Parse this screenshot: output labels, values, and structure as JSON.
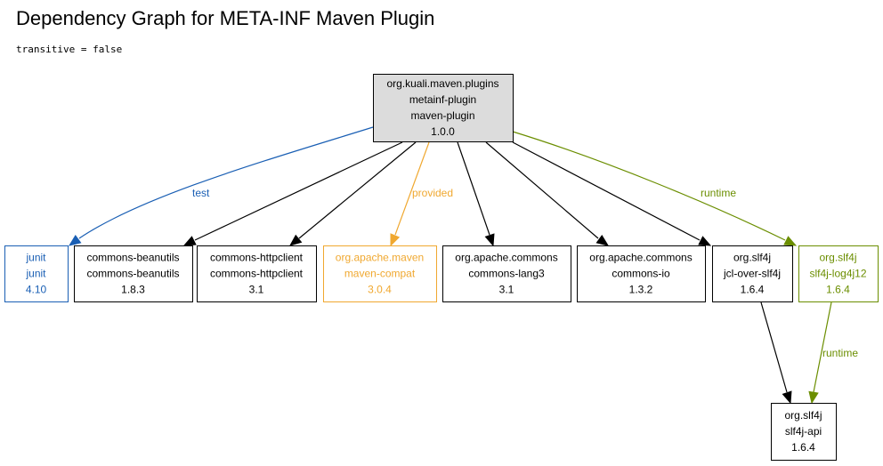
{
  "title": "Dependency Graph for META-INF Maven Plugin",
  "subtitle": "transitive = false",
  "colors": {
    "compile": "#000000",
    "test": "#1a5fb4",
    "provided": "#f0a830",
    "runtime": "#6b8e00",
    "root_fill": "#dcdcdc"
  },
  "nodes": [
    {
      "id": "root",
      "lines": [
        "org.kuali.maven.plugins",
        "metainf-plugin",
        "maven-plugin",
        "1.0.0"
      ],
      "scope": "compile",
      "root": true
    },
    {
      "id": "junit",
      "lines": [
        "junit",
        "junit",
        "4.10"
      ],
      "scope": "test"
    },
    {
      "id": "beanutils",
      "lines": [
        "commons-beanutils",
        "commons-beanutils",
        "1.8.3"
      ],
      "scope": "compile"
    },
    {
      "id": "httpclient",
      "lines": [
        "commons-httpclient",
        "commons-httpclient",
        "3.1"
      ],
      "scope": "compile"
    },
    {
      "id": "maven-compat",
      "lines": [
        "org.apache.maven",
        "maven-compat",
        "3.0.4"
      ],
      "scope": "provided"
    },
    {
      "id": "lang3",
      "lines": [
        "org.apache.commons",
        "commons-lang3",
        "3.1"
      ],
      "scope": "compile"
    },
    {
      "id": "commons-io",
      "lines": [
        "org.apache.commons",
        "commons-io",
        "1.3.2"
      ],
      "scope": "compile"
    },
    {
      "id": "jcl",
      "lines": [
        "org.slf4j",
        "jcl-over-slf4j",
        "1.6.4"
      ],
      "scope": "compile"
    },
    {
      "id": "log4j12",
      "lines": [
        "org.slf4j",
        "slf4j-log4j12",
        "1.6.4"
      ],
      "scope": "runtime"
    },
    {
      "id": "slf4j-api",
      "lines": [
        "org.slf4j",
        "slf4j-api",
        "1.6.4"
      ],
      "scope": "compile"
    }
  ],
  "edges": [
    {
      "from": "root",
      "to": "junit",
      "scope": "test",
      "label": "test"
    },
    {
      "from": "root",
      "to": "beanutils",
      "scope": "compile",
      "label": ""
    },
    {
      "from": "root",
      "to": "httpclient",
      "scope": "compile",
      "label": ""
    },
    {
      "from": "root",
      "to": "maven-compat",
      "scope": "provided",
      "label": "provided"
    },
    {
      "from": "root",
      "to": "lang3",
      "scope": "compile",
      "label": ""
    },
    {
      "from": "root",
      "to": "commons-io",
      "scope": "compile",
      "label": ""
    },
    {
      "from": "root",
      "to": "jcl",
      "scope": "compile",
      "label": ""
    },
    {
      "from": "root",
      "to": "log4j12",
      "scope": "runtime",
      "label": "runtime"
    },
    {
      "from": "jcl",
      "to": "slf4j-api",
      "scope": "compile",
      "label": ""
    },
    {
      "from": "log4j12",
      "to": "slf4j-api",
      "scope": "runtime",
      "label": "runtime"
    }
  ]
}
